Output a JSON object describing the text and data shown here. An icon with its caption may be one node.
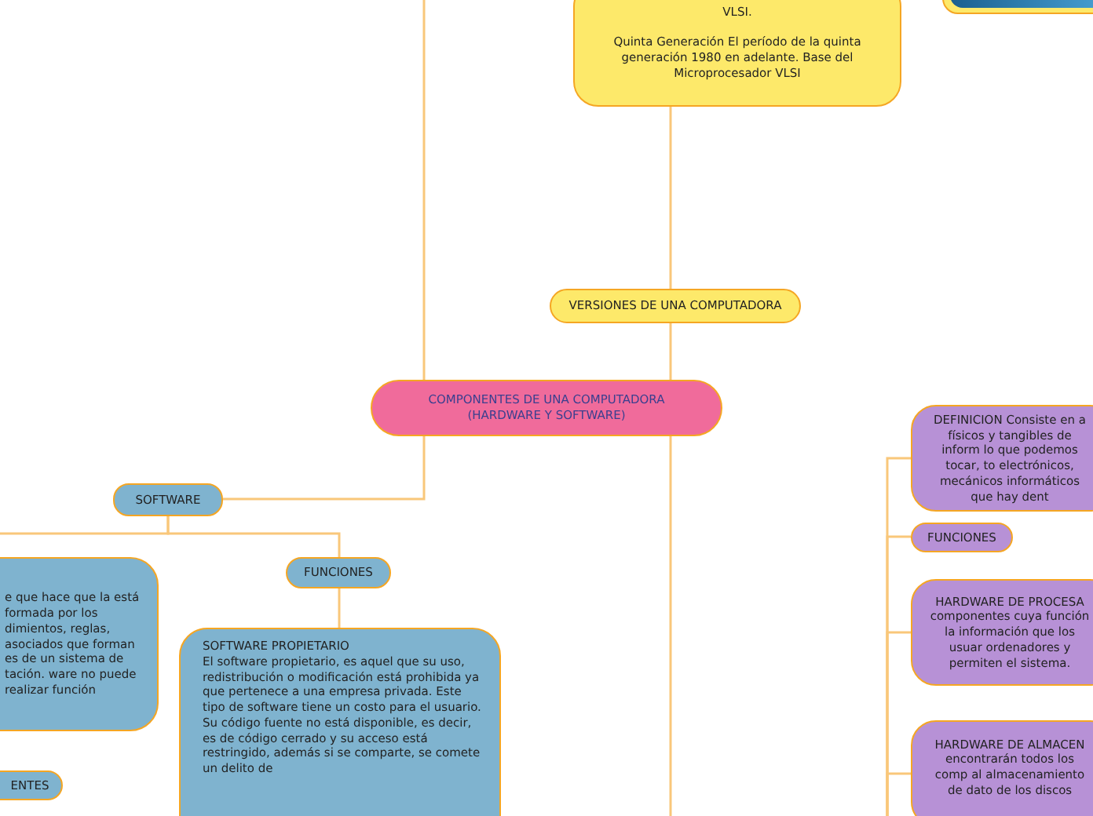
{
  "diagram": {
    "nodes": [
      {
        "text": [
          "VLSI.",
          "Quinta Generación El período de la quinta generación 1980 en adelante. Base del Microprocesador VLSI"
        ]
      },
      {
        "text": [],
        "shape": "picture"
      },
      {
        "text": [
          "VERSIONES DE UNA COMPUTADORA"
        ]
      },
      {
        "text": [
          "COMPONENTES DE UNA COMPUTADORA (HARDWARE Y SOFTWARE)"
        ]
      },
      {
        "text": [
          "SOFTWARE"
        ]
      },
      {
        "text": [
          "e que hace que la está formada por los dimientos, reglas, asociados que forman es de un sistema de tación. ware no puede realizar función"
        ]
      },
      {
        "text": [
          "FUNCIONES"
        ]
      },
      {
        "text": [
          "SOFTWARE PROPIETARIO",
          "El software propietario, es aquel que su uso, redistribución o modificación está prohibida ya que pertenece a una empresa privada. Este tipo de software tiene un costo para el usuario. Su código fuente no está disponible, es decir, es de código cerrado y su acceso está restringido, además si se comparte, se comete un delito de"
        ]
      },
      {
        "text": [
          "ENTES"
        ]
      },
      {
        "text": [
          "DEFINICION Consiste en a físicos y tangibles de inform lo que podemos tocar, to electrónicos, mecánicos informáticos que hay dent"
        ]
      },
      {
        "text": [
          "FUNCIONES"
        ]
      },
      {
        "text": [
          "HARDWARE DE PROCESA componentes cuya función la información que los usuar ordenadores y permiten el sistema."
        ]
      },
      {
        "text": [
          "HARDWARE DE ALMACEN encontrarán todos los comp al almacenamiento de dato de los discos"
        ]
      }
    ],
    "edges": [
      {
        "from": 2,
        "to": 0,
        "arrow": "none"
      },
      {
        "from": 3,
        "to": 2,
        "arrow": "none"
      },
      {
        "from": 3,
        "to": null,
        "arrow": "none"
      },
      {
        "from": 3,
        "to": 4,
        "arrow": "none"
      },
      {
        "from": 3,
        "to": null,
        "arrow": "none"
      },
      {
        "from": 4,
        "to": 5,
        "arrow": "none"
      },
      {
        "from": 4,
        "to": 6,
        "arrow": "none"
      },
      {
        "from": 6,
        "to": 7,
        "arrow": "none"
      },
      {
        "from": null,
        "to": 9,
        "arrow": "none"
      },
      {
        "from": null,
        "to": 10,
        "arrow": "none"
      },
      {
        "from": null,
        "to": 11,
        "arrow": "none"
      },
      {
        "from": null,
        "to": 12,
        "arrow": "none"
      }
    ]
  }
}
